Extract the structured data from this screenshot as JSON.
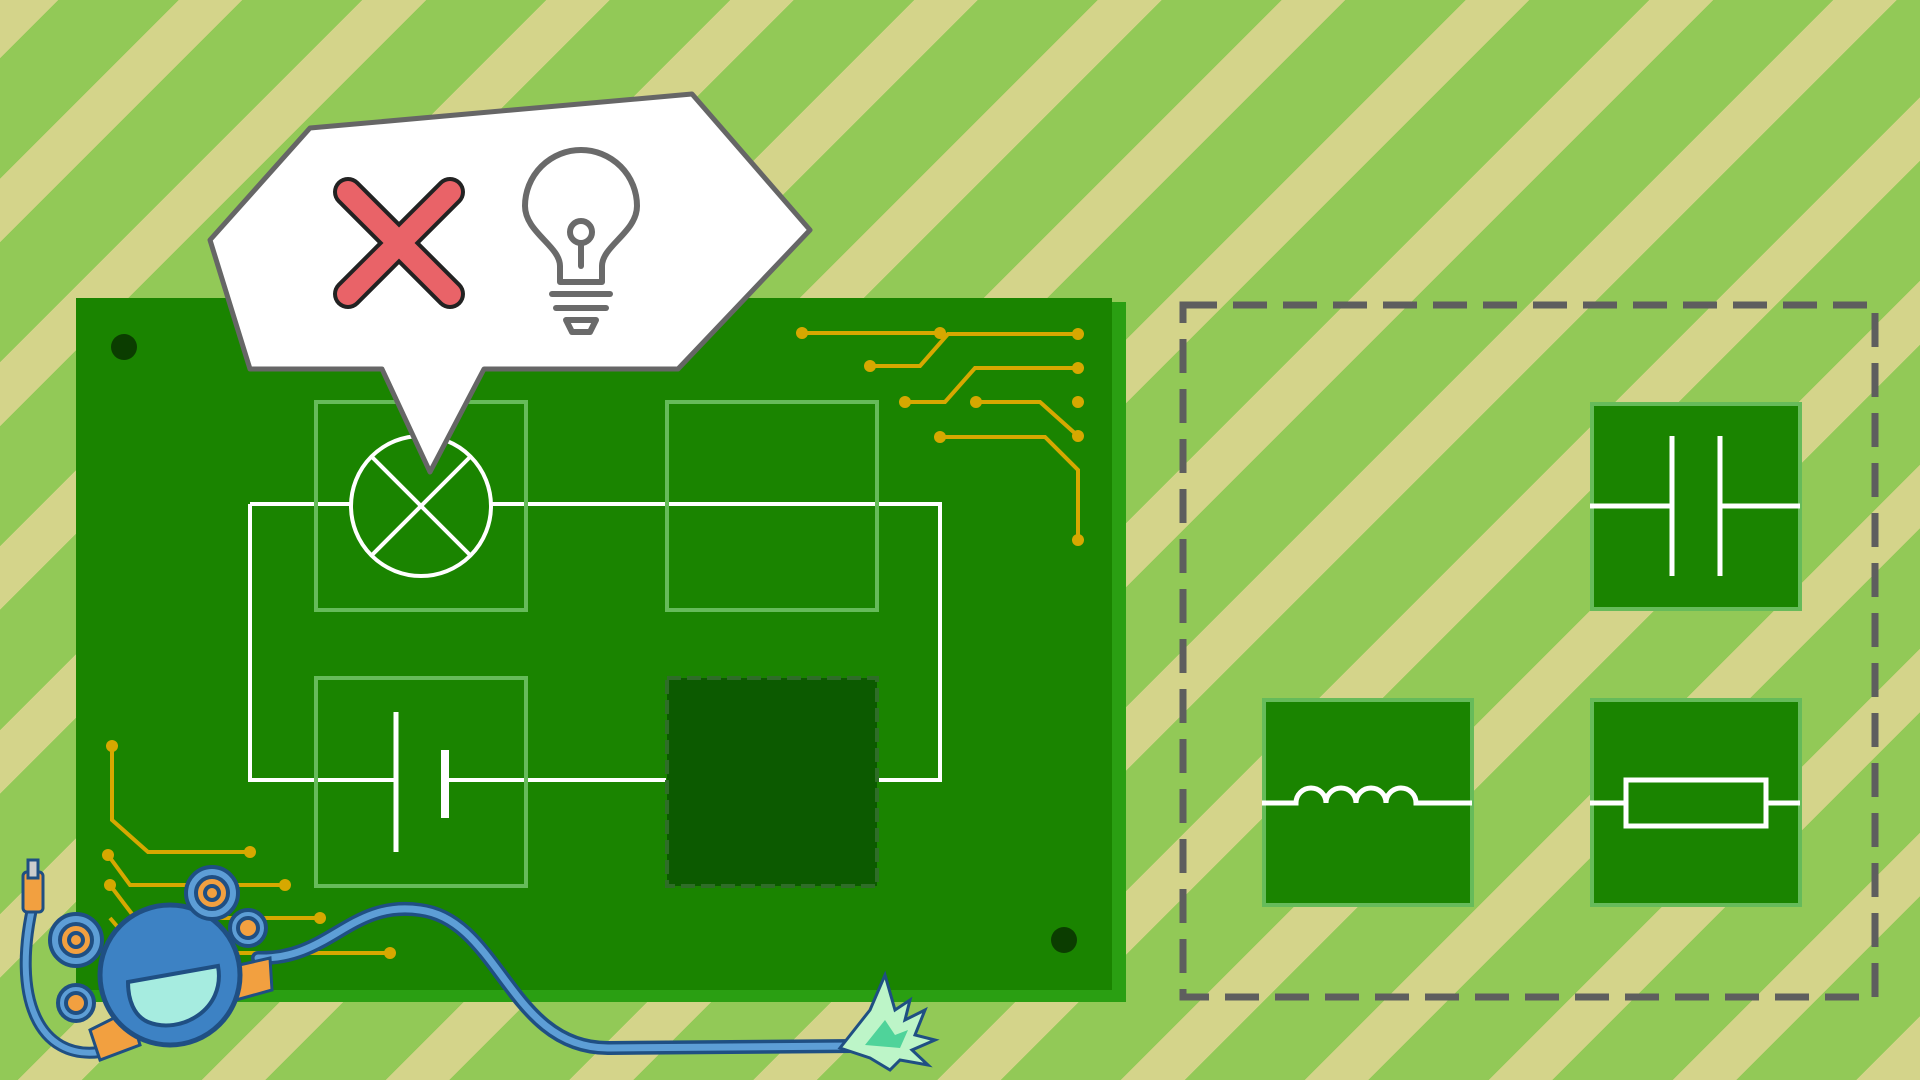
{
  "game": {
    "hint_bubble": {
      "icons": [
        "x-icon",
        "lightbulb-icon"
      ]
    },
    "board": {
      "slots": [
        {
          "name": "slot-lamp",
          "content": "lamp"
        },
        {
          "name": "slot-top-right",
          "content": "empty"
        },
        {
          "name": "slot-battery",
          "content": "battery"
        },
        {
          "name": "slot-target",
          "content": "empty-highlighted"
        }
      ]
    },
    "tray": {
      "components": [
        {
          "name": "capacitor",
          "symbol": "capacitor-icon"
        },
        {
          "name": "inductor",
          "symbol": "inductor-icon"
        },
        {
          "name": "resistor",
          "symbol": "resistor-icon"
        }
      ]
    },
    "character": {
      "name": "robot-character",
      "holding": "probe-wire"
    }
  },
  "colors": {
    "background_stripe_green": "#92c957",
    "background_stripe_yellow": "#d4d48a",
    "board_green": "#1a8400",
    "board_edge": "#2a9f12",
    "slot_dark": "#0c5a00",
    "trace_yellow": "#d6a800",
    "wire_white": "#ffffff",
    "error_red": "#e96368",
    "tray_border": "#5e5e5e"
  }
}
